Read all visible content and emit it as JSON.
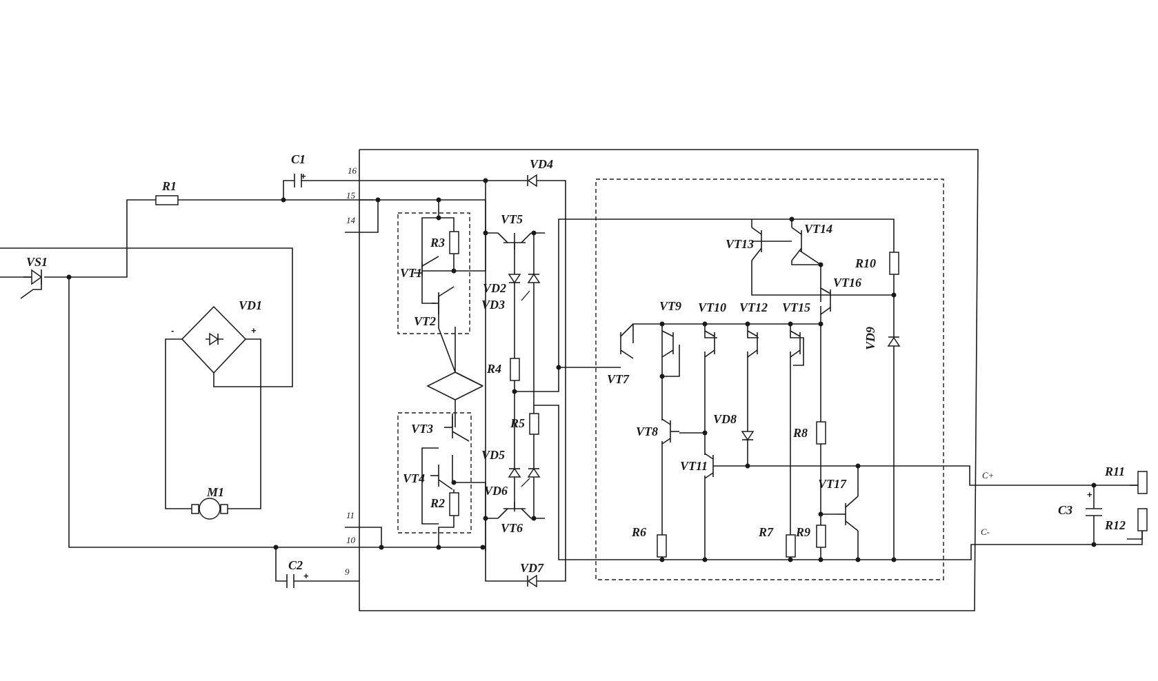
{
  "labels": {
    "C1": "C1",
    "R1": "R1",
    "VS1": "VS1",
    "VD1": "VD1",
    "M1": "M1",
    "C2": "C2",
    "VD4": "VD4",
    "VD7": "VD7",
    "VT5": "VT5",
    "VT6": "VT6",
    "R3": "R3",
    "VT1": "VT1",
    "VT2": "VT2",
    "VD2": "VD2",
    "VD3": "VD3",
    "R4": "R4",
    "R5": "R5",
    "VD5": "VD5",
    "VD6": "VD6",
    "VT3": "VT3",
    "VT4": "VT4",
    "R2": "R2",
    "VT13": "VT13",
    "VT14": "VT14",
    "R10": "R10",
    "VT16": "VT16",
    "VD9": "VD9",
    "VT9": "VT9",
    "VT10": "VT10",
    "VT12": "VT12",
    "VT15": "VT15",
    "VT7": "VT7",
    "VT8": "VT8",
    "VD8": "VD8",
    "R8": "R8",
    "VT11": "VT11",
    "VT17": "VT17",
    "R6": "R6",
    "R7": "R7",
    "R9": "R9",
    "R11": "R11",
    "C3": "C3",
    "R12": "R12"
  },
  "pins": {
    "p16": "16",
    "p15": "15",
    "p14": "14",
    "p11": "11",
    "p10": "10",
    "p9": "9",
    "cplus": "C+",
    "cminus": "C-"
  },
  "symbols": {
    "plus": "+",
    "minus": "-"
  }
}
